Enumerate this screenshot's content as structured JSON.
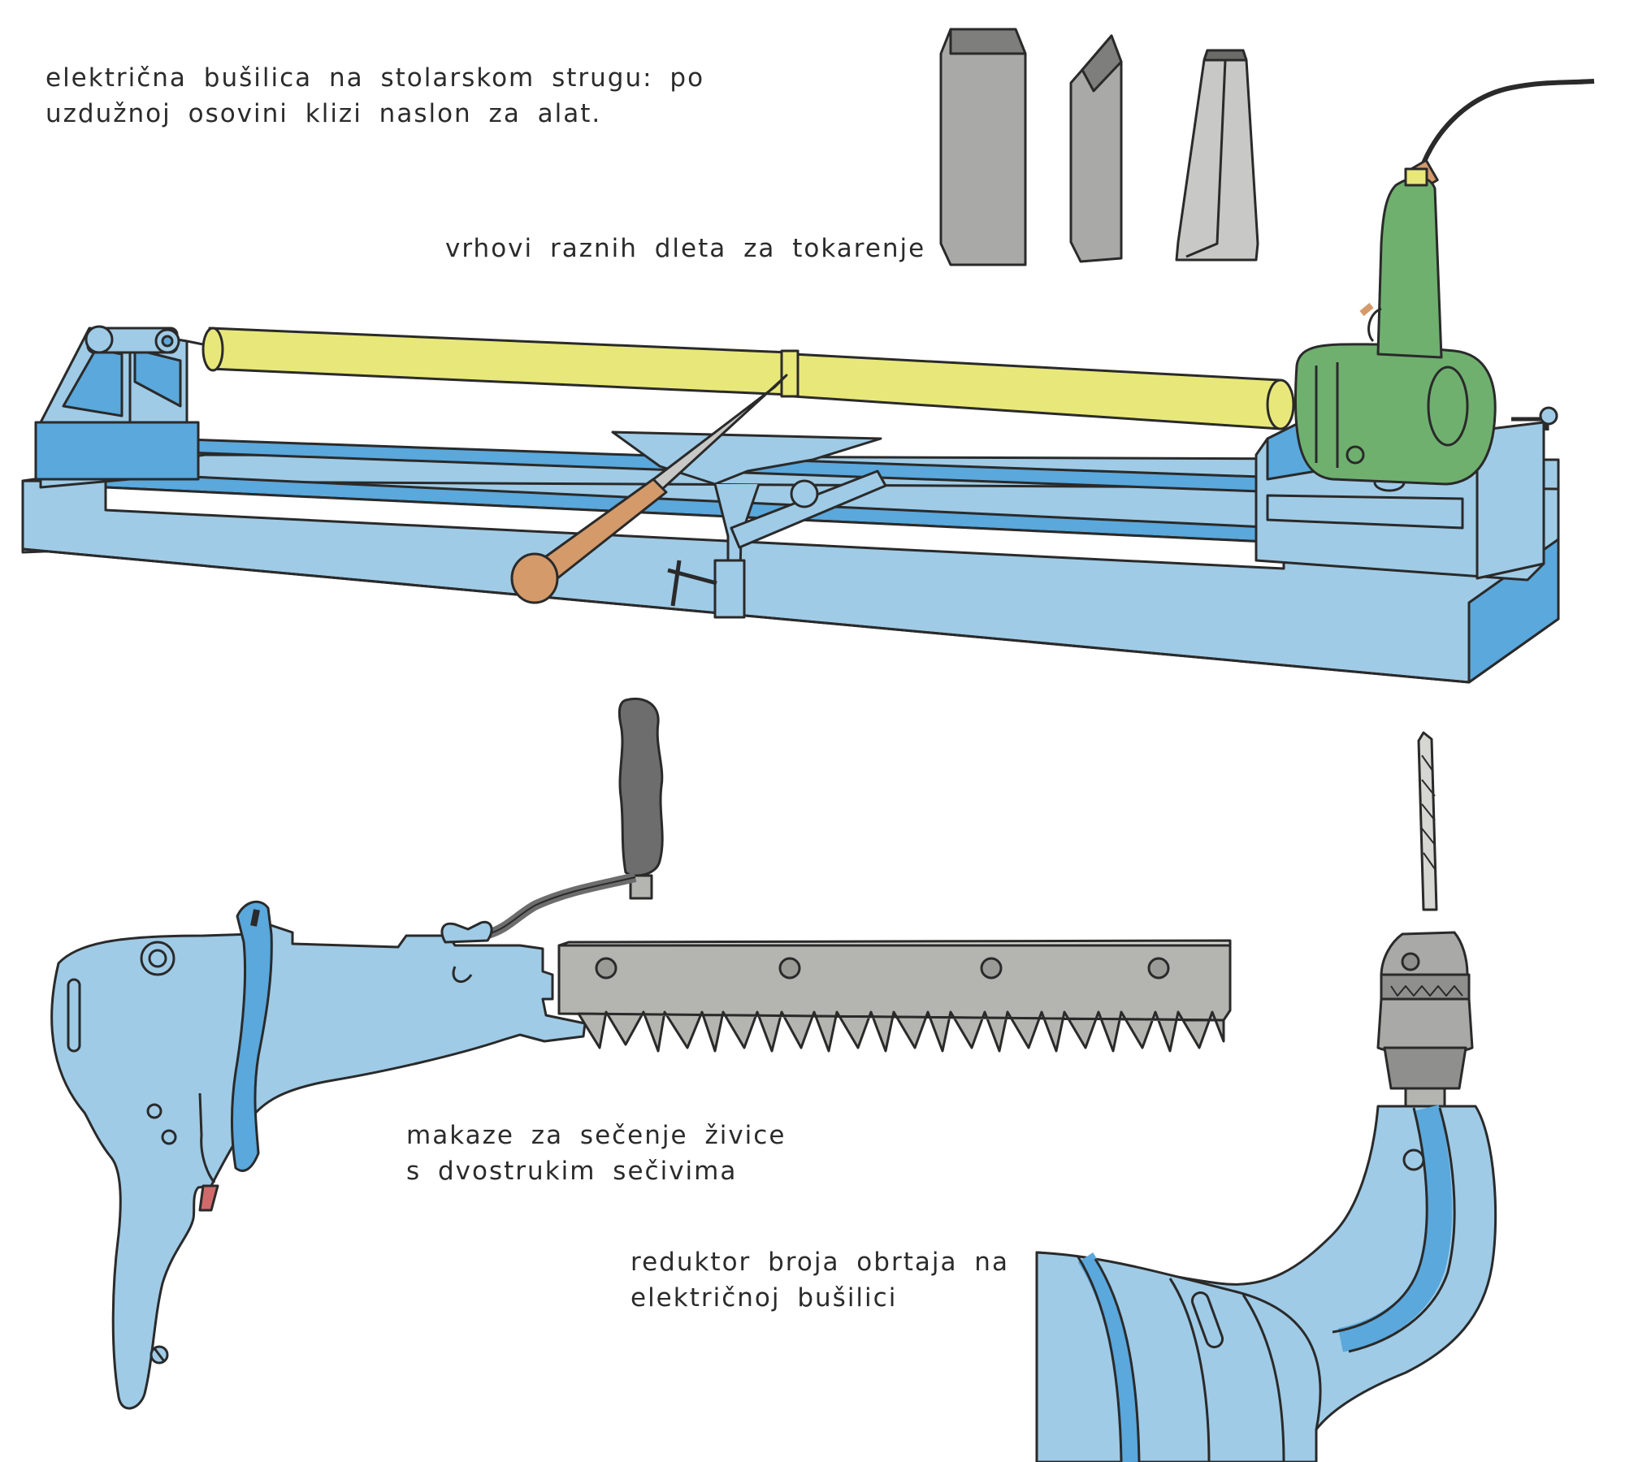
{
  "captions": {
    "lathe": {
      "line1": "električna bušilica na stolarskom strugu: po",
      "line2": "uzdužnoj osovini klizi naslon za alat."
    },
    "chisels": {
      "line1": "vrhovi raznih dleta za tokarenje"
    },
    "hedge": {
      "line1": "makaze za sečenje živice",
      "line2": "s dvostrukim sečivima"
    },
    "reducer": {
      "line1": "reduktor broja obrtaja na",
      "line2": "električnoj bušilici"
    }
  },
  "colors": {
    "machine_blue": "#9fcbe6",
    "machine_blue_dark": "#5aa8dc",
    "workpiece_yellow": "#e8e87a",
    "drill_green": "#6fb06f",
    "chisel_grey": "#a9aaa8",
    "handle_brown": "#d49a6a",
    "blade_grey": "#b4b4b0",
    "grip_dark": "#6d6d6d",
    "outline": "#2a2a2a"
  }
}
